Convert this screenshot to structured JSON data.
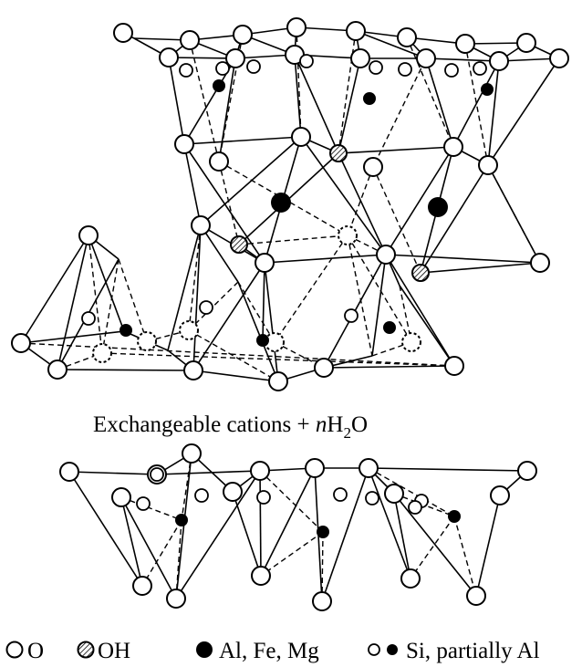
{
  "interlayer_label": {
    "prefix": "Exchangeable cations + ",
    "italic_n": "n",
    "h": "H",
    "subscript": "2",
    "o": "O"
  },
  "legend": {
    "oxygen": "O",
    "hydroxyl": "OH",
    "octahedral": "Al, Fe, Mg",
    "tetrahedral": "Si,  partially Al"
  }
}
